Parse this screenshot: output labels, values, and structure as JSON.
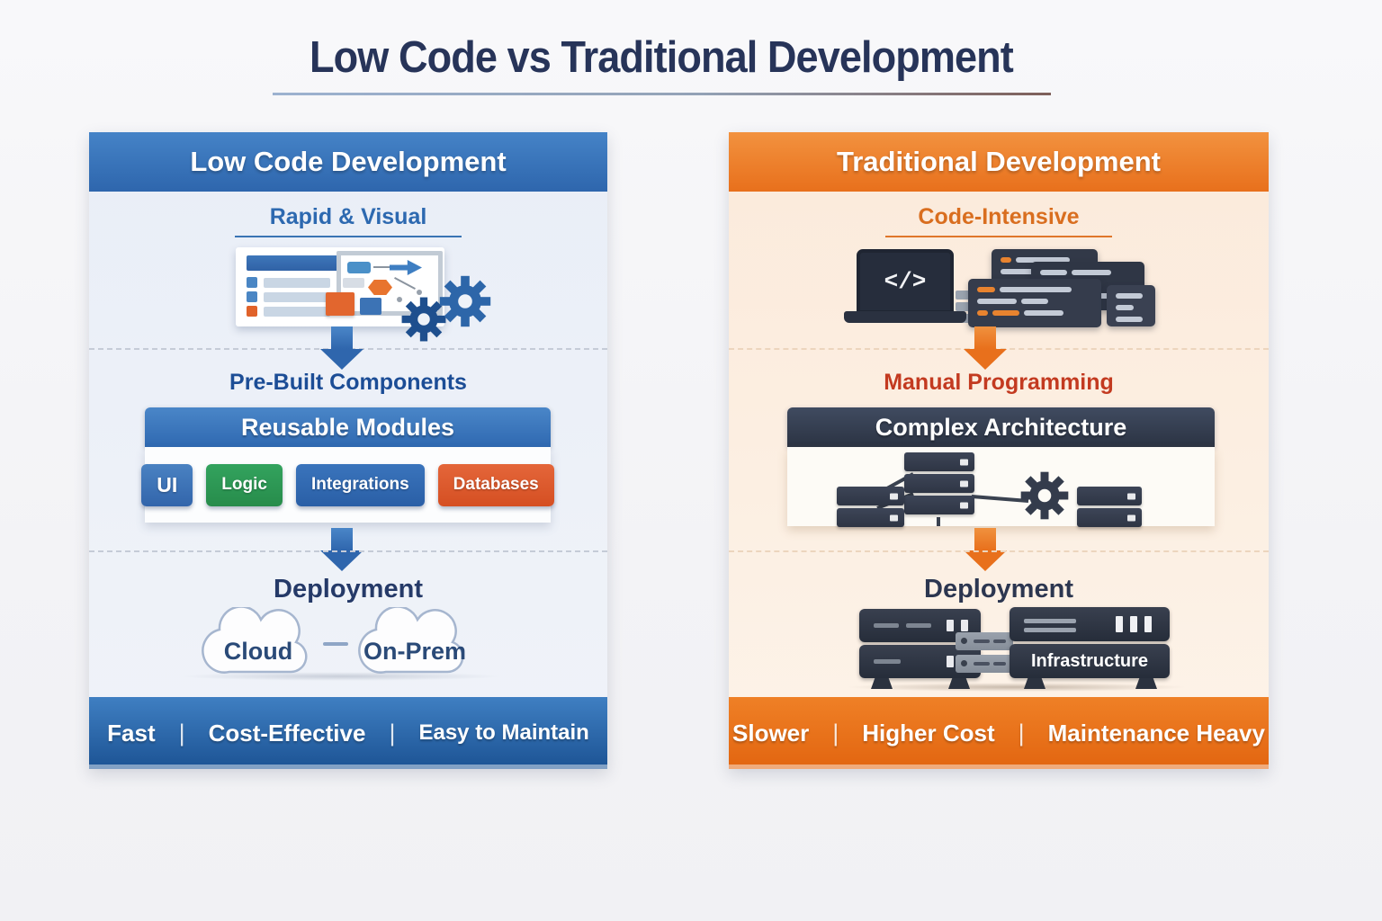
{
  "title": "Low Code vs Traditional Development",
  "separator": "|",
  "left_panel": {
    "header": "Low Code Development",
    "subtitle": "Rapid & Visual",
    "flow": {
      "step1": "Pre-Built Components",
      "step2": "Deployment"
    },
    "modules": {
      "header": "Reusable Modules",
      "items": [
        {
          "label": "UI",
          "color": "#3a72b9"
        },
        {
          "label": "Logic",
          "color": "#2b9655"
        },
        {
          "label": "Integrations",
          "color": "#2e68b3"
        },
        {
          "label": "Databases",
          "color": "#dd5a2b"
        }
      ]
    },
    "deployment_options": [
      "Cloud",
      "On-Prem"
    ],
    "footer_items": [
      "Fast",
      "Cost-Effective",
      "Easy to Maintain"
    ],
    "accent_color": "#2f66ad"
  },
  "right_panel": {
    "header": "Traditional Development",
    "subtitle": "Code-Intensive",
    "code_symbol": "</>",
    "flow": {
      "step1": "Manual Programming",
      "step2": "Deployment"
    },
    "architecture": {
      "header": "Complex Architecture"
    },
    "infrastructure_label": "Infrastructure",
    "footer_items": [
      "Slower",
      "Higher Cost",
      "Maintenance Heavy"
    ],
    "accent_color": "#e8711c"
  }
}
